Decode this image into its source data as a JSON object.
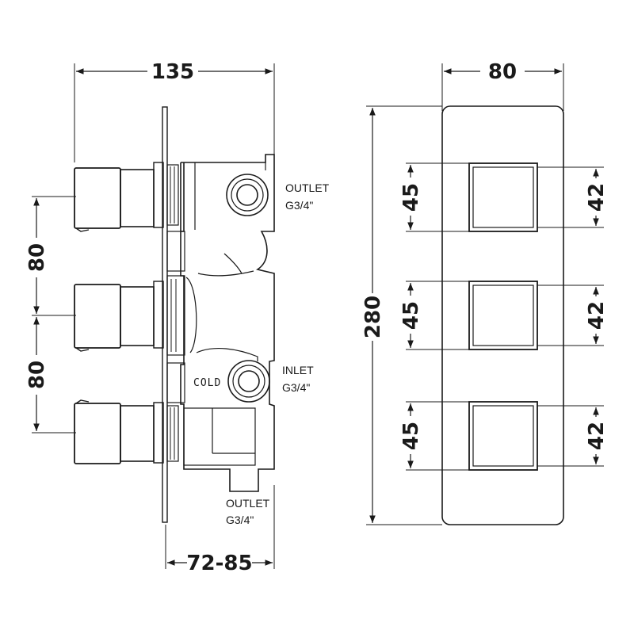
{
  "dimensions": {
    "side_width": "135",
    "spacing_upper": "80",
    "spacing_lower": "80",
    "depth": "72-85",
    "front_width": "80",
    "front_height": "280",
    "handle_height": [
      "45",
      "45",
      "45"
    ],
    "handle_width": [
      "42",
      "42",
      "42"
    ]
  },
  "labels": {
    "outlet_top": "OUTLET",
    "outlet_top_thread": "G3/4\"",
    "inlet": "INLET",
    "inlet_thread": "G3/4\"",
    "cold": "COLD",
    "outlet_bottom": "OUTLET",
    "outlet_bottom_thread": "G3/4\""
  }
}
